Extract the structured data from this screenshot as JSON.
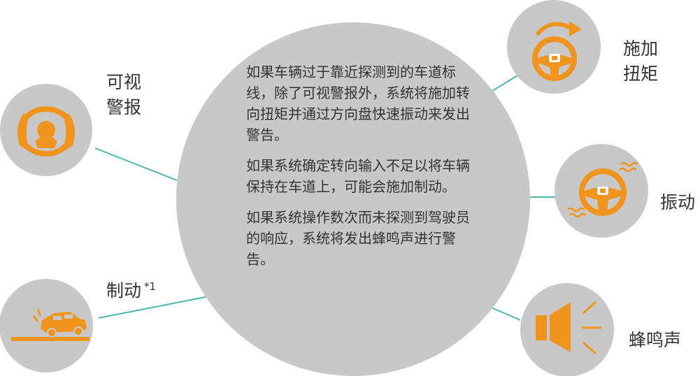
{
  "colors": {
    "circle": "#c8c8c8",
    "accent": "#f0941e",
    "connector": "#4bb8ad",
    "text": "#333333",
    "emblem": "#ffffff"
  },
  "center": {
    "paragraphs": [
      "如果车辆过于靠近探测到的车道标线，除了可视警报外，系统将施加转向扭矩并通过方向盘快速振动来发出警告。",
      "如果系统确定转向输入不足以将车辆保持在车道上，可能会施加制动。",
      "如果系统操作数次而未探测到驾驶员的响应，系统将发出蜂鸣声进行警告。"
    ]
  },
  "nodes": {
    "visual_alert": {
      "label": "可视警报",
      "icon": "steering-wheel-warning-icon"
    },
    "torque": {
      "label": "施加扭矩",
      "icon": "steering-wheel-torque-icon"
    },
    "vibration": {
      "label": "振动",
      "icon": "steering-wheel-vibration-icon"
    },
    "braking": {
      "label": "制动",
      "note": "*1",
      "icon": "car-braking-icon"
    },
    "beeper": {
      "label": "蜂鸣声",
      "icon": "speaker-icon"
    }
  }
}
